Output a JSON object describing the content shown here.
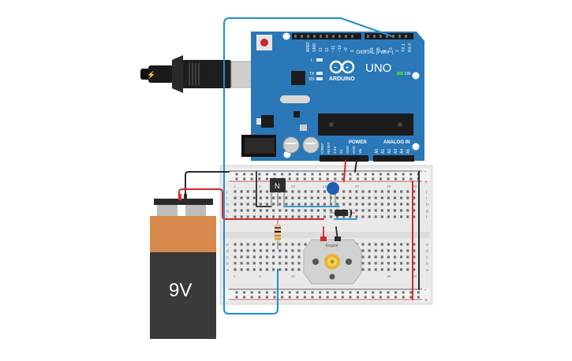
{
  "arduino": {
    "logo_text": "UNO",
    "brand": "ARDUINO",
    "digital_label": "DIGITAL (PWM~)",
    "analog_label": "ANALOG IN",
    "power_label": "POWER",
    "on_label": "ON",
    "l_label": "L",
    "tx_label": "TX",
    "rx_label": "RX",
    "aref_label": "AREF",
    "gnd_label": "GND",
    "digital_pins": [
      "13",
      "12",
      "~11",
      "~10",
      "~9",
      "8",
      "7",
      "~6",
      "~5",
      "4",
      "~3",
      "2",
      "TX 1",
      "RX 0"
    ],
    "power_pins": [
      "IOREF",
      "RESET",
      "3.3V",
      "5V",
      "GND",
      "GND",
      "Vin"
    ],
    "analog_pins": [
      "A0",
      "A1",
      "A2",
      "A3",
      "A4",
      "A5"
    ]
  },
  "breadboard": {
    "row_letters_top": [
      "j",
      "i",
      "h",
      "g",
      "f"
    ],
    "row_letters_bottom": [
      "e",
      "d",
      "c",
      "b",
      "a"
    ],
    "col_numbers": [
      "1",
      "5",
      "10",
      "15",
      "20",
      "25",
      "29"
    ],
    "rail_minus": "-",
    "rail_plus": "+"
  },
  "battery": {
    "label": "9V"
  },
  "transistor": {
    "label": "N"
  },
  "motor": {
    "label": "Engine"
  },
  "colors": {
    "board": "#2a78b8",
    "board_dark": "#1f5f96",
    "breadboard": "#e9e9e9",
    "wire_blue": "#1e8fc8",
    "wire_red": "#d42b2b",
    "wire_black": "#2b2b2b",
    "battery_top": "#d8894e",
    "battery_body": "#3a3a3a"
  }
}
